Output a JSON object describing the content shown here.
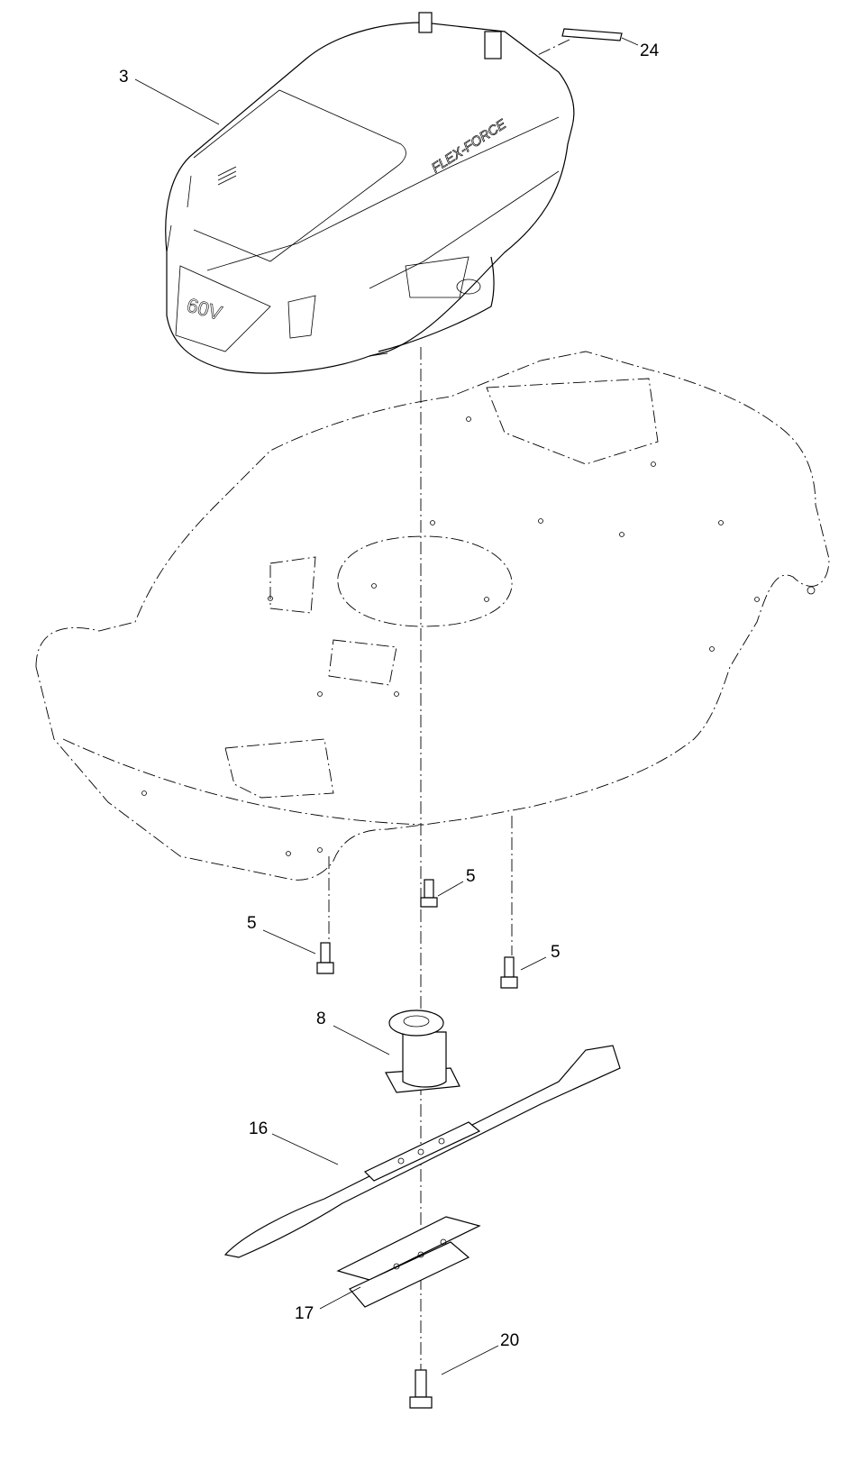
{
  "callouts": [
    {
      "id": "3",
      "label": "3"
    },
    {
      "id": "24",
      "label": "24"
    },
    {
      "id": "5a",
      "label": "5"
    },
    {
      "id": "5b",
      "label": "5"
    },
    {
      "id": "5c",
      "label": "5"
    },
    {
      "id": "8",
      "label": "8"
    },
    {
      "id": "16",
      "label": "16"
    },
    {
      "id": "17",
      "label": "17"
    },
    {
      "id": "20",
      "label": "20"
    }
  ],
  "housing_branding": {
    "logo": "FLEX-FORCE",
    "badge": "60V"
  },
  "colors": {
    "line": "#000000",
    "background": "#ffffff"
  }
}
